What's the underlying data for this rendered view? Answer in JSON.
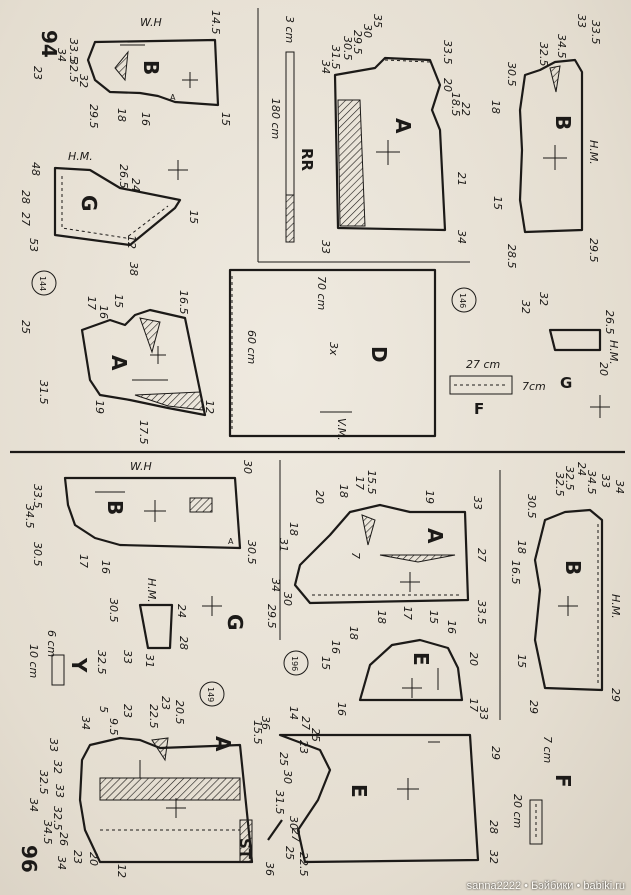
{
  "sheet": {
    "page_numbers": [
      "94",
      "96"
    ],
    "model_numbers": [
      "144",
      "146",
      "149",
      "196"
    ]
  },
  "pieces": {
    "b_top": {
      "letter": "B",
      "grain": "W.H",
      "numbers": [
        "33.5",
        "34",
        "32.5",
        "23",
        "32",
        "29.5",
        "18",
        "16",
        "A",
        "15",
        "14.5"
      ]
    },
    "g_top": {
      "letter": "G",
      "grain": "H.M.",
      "numbers": [
        "48",
        "28",
        "27",
        "53",
        "24",
        "26.5",
        "12",
        "15",
        "38"
      ]
    },
    "a_144": {
      "letter": "A",
      "numbers": [
        "17",
        "15",
        "16.5",
        "16",
        "25",
        "31.5",
        "17.5",
        "12",
        "19"
      ]
    },
    "rr": {
      "letter": "RR",
      "scale_top": "3 cm",
      "scale_len": "180 cm"
    },
    "a_146": {
      "letter": "A",
      "numbers": [
        "34",
        "31.5",
        "30.5",
        "29.5",
        "30",
        "35",
        "33.5",
        "20",
        "18.5",
        "22",
        "21",
        "34",
        "33"
      ]
    },
    "b_146": {
      "letter": "B",
      "grain": "H.M.",
      "numbers": [
        "32.5",
        "34.5",
        "33",
        "33.5",
        "30.5",
        "18",
        "15",
        "29.5",
        "28.5"
      ]
    },
    "d": {
      "letter": "D",
      "width": "70 cm",
      "height": "60 cm",
      "count": "3x",
      "grain": "V.M."
    },
    "f_146": {
      "letter": "F",
      "width": "27 cm",
      "height": "7cm"
    },
    "g_146": {
      "letter": "G",
      "grain": "H.M.",
      "numbers": [
        "32",
        "32",
        "26.5",
        "20"
      ]
    },
    "b_149": {
      "letter": "B",
      "grain": "W.H",
      "numbers": [
        "33.5",
        "34.5",
        "30",
        "30.5",
        "17",
        "16",
        "A",
        "30.5"
      ]
    },
    "g_149": {
      "letter": "G",
      "grain": "H.M.",
      "numbers": [
        "30.5",
        "24",
        "28",
        "33",
        "31",
        "32.5"
      ]
    },
    "y": {
      "letter": "Y",
      "width": "10 cm",
      "height": "6 cm"
    },
    "a_196": {
      "letter": "A",
      "numbers": [
        "20",
        "18",
        "17",
        "15.5",
        "19",
        "33",
        "18",
        "31",
        "7",
        "27",
        "34",
        "29.5",
        "30",
        "33.5"
      ]
    },
    "e_196": {
      "letter": "E",
      "numbers": [
        "18",
        "18",
        "17",
        "16",
        "15",
        "16",
        "15",
        "20",
        "16",
        "17"
      ]
    },
    "b_196": {
      "letter": "B",
      "grain": "H.M.",
      "numbers": [
        "32.5",
        "32.5",
        "24",
        "34.5",
        "33",
        "34",
        "30.5",
        "16.5",
        "18",
        "15",
        "29",
        "29"
      ]
    },
    "a_bottom": {
      "letter": "A",
      "label_st": "ST",
      "numbers": [
        "5",
        "9.5",
        "23",
        "22.5",
        "23",
        "20.5",
        "15.5",
        "36",
        "36",
        "34",
        "33",
        "32",
        "32.5",
        "33",
        "34",
        "32.5",
        "34.5",
        "26",
        "23",
        "20",
        "34",
        "12"
      ]
    },
    "e_bottom": {
      "letter": "E",
      "numbers": [
        "14",
        "33",
        "29",
        "28",
        "32",
        "22.5",
        "25",
        "27",
        "30",
        "31.5",
        "30",
        "25",
        "23",
        "25",
        "27"
      ]
    },
    "f_bottom": {
      "letter": "F",
      "width": "20 cm",
      "height": "7 cm"
    }
  },
  "credit": "sanna2222 • Бэйбики • babiki.ru"
}
